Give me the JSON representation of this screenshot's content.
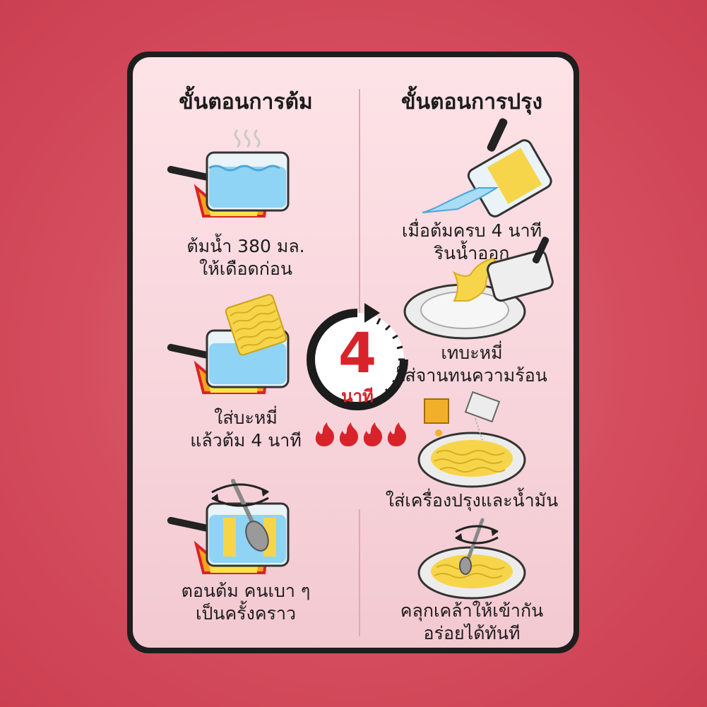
{
  "left_column": {
    "title": "ขั้นตอนการต้ม",
    "steps": [
      {
        "line1": "ต้มน้ำ 380 มล.",
        "line2": "ให้เดือดก่อน"
      },
      {
        "line1": "ใส่บะหมี่",
        "line2": "แล้วต้ม 4 นาที"
      },
      {
        "line1": "ตอนต้ม คนเบา ๆ",
        "line2": "เป็นครั้งคราว"
      }
    ]
  },
  "right_column": {
    "title": "ขั้นตอนการปรุง",
    "steps": [
      {
        "line1": "เมื่อต้มครบ 4 นาที",
        "line2": "รินน้ำออก"
      },
      {
        "line1": "เทบะหมี่",
        "line2": "ใส่จานทนความร้อน"
      },
      {
        "line1": "ใส่เครื่องปรุงและน้ำมัน",
        "line2": ""
      },
      {
        "line1": "คลุกเคล้าให้เข้ากัน",
        "line2": "อร่อยได้ทันที"
      }
    ]
  },
  "timer": {
    "number": "4",
    "unit": "นาที",
    "flame_count": 4
  },
  "colors": {
    "accent": "#d8232a",
    "noodle": "#f6d54a",
    "water": "#8fd3f5",
    "flame": "#f7a21b"
  },
  "icons": [
    "steam-icon",
    "pot-icon",
    "flame-icon",
    "noodle-block-icon",
    "spoon-icon",
    "stir-arrow-icon",
    "plate-icon",
    "seasoning-sachet-icon",
    "timer-icon"
  ]
}
